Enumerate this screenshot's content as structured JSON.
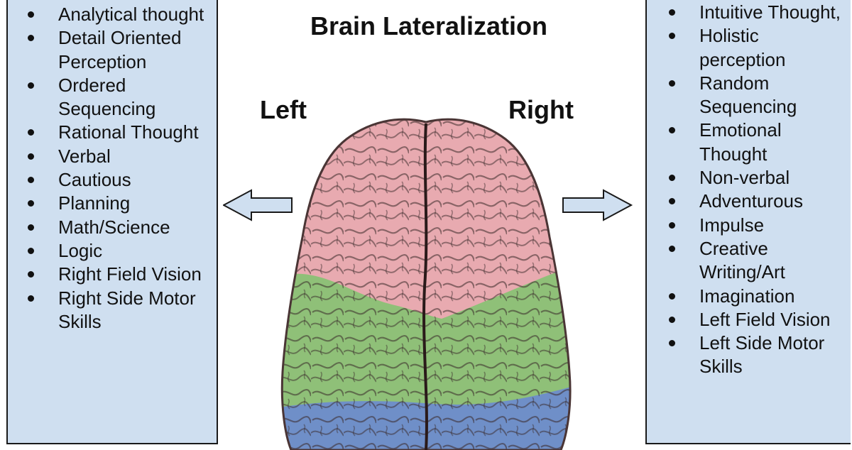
{
  "title": "Brain Lateralization",
  "labels": {
    "left": "Left",
    "right": "Right"
  },
  "left_list": [
    "Analytical thought",
    "Detail Oriented Perception",
    "Ordered Sequencing",
    "Rational Thought",
    "Verbal",
    "Cautious",
    "Planning",
    "Math/Science",
    "Logic",
    "Right Field Vision",
    "Right Side Motor Skills"
  ],
  "right_list": [
    "Intuitive Thought,",
    "Holistic perception",
    "Random Sequencing",
    "Emotional Thought",
    "Non-verbal",
    "Adventurous",
    "Impulse",
    "Creative Writing/Art",
    "Imagination",
    "Left Field Vision",
    "Left Side Motor Skills"
  ],
  "colors": {
    "panel": "#cfdff0",
    "arrow_fill": "#cfdff0",
    "brain_frontal": "#e8aab0",
    "brain_parietal": "#8fc078",
    "brain_occipital": "#6f8fc8"
  },
  "icons": {
    "brain": "brain-illustration",
    "left_arrow": "arrow-left-icon",
    "right_arrow": "arrow-right-icon"
  }
}
